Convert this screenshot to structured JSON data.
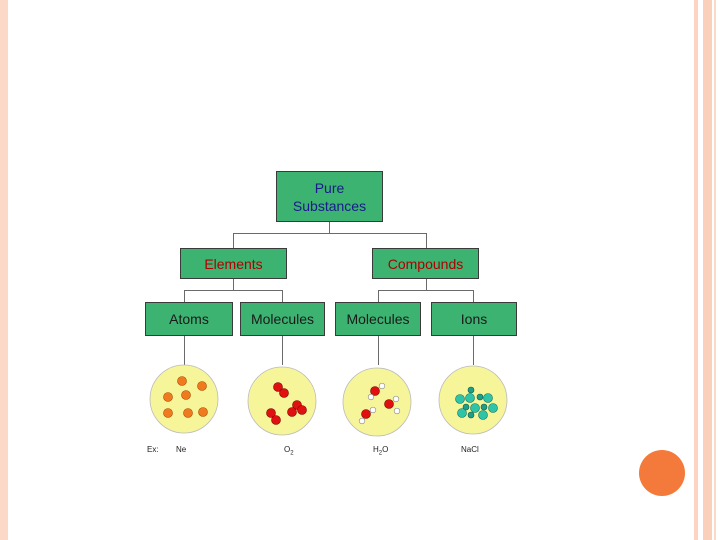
{
  "diagram": {
    "root": "Pure\nSubstances",
    "elements": "Elements",
    "compounds": "Compounds",
    "atoms": "Atoms",
    "molecules_element": "Molecules",
    "molecules_compound": "Molecules",
    "ions": "Ions"
  },
  "examples": {
    "prefix": "Ex:",
    "ne": "Ne",
    "o2": "O",
    "o2_sub": "2",
    "h2o": "H",
    "h2o_sub": "2",
    "h2o_tail": "O",
    "nacl": "NaCl"
  },
  "colors": {
    "box_fill": "#3cb371",
    "circle_fill": "#f6f59a",
    "orange": "#f07a1e",
    "red": "#e01010",
    "teal": "#2ec4a8",
    "accent": "#f37a3a"
  }
}
